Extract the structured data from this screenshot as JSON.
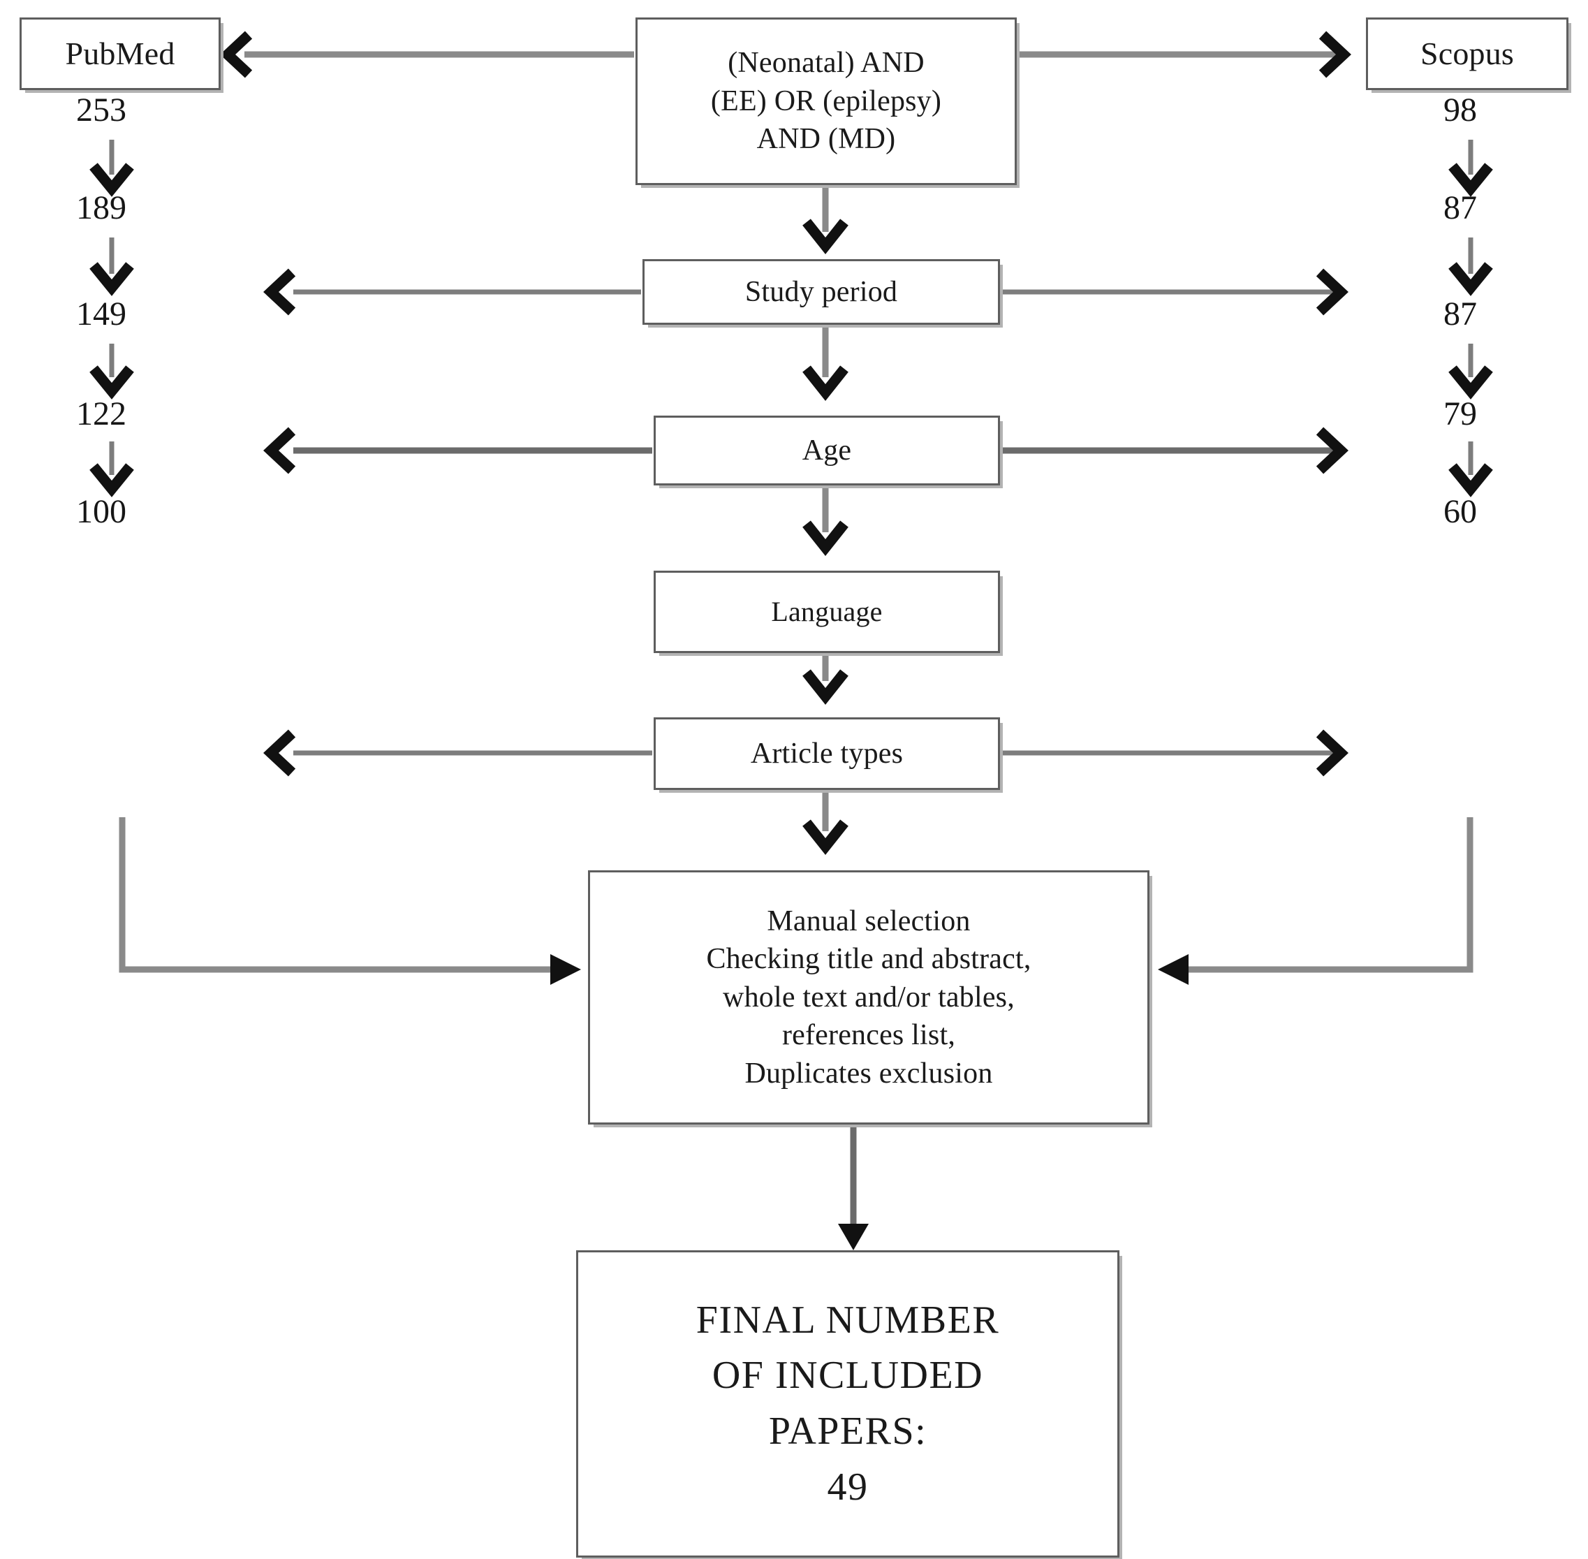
{
  "diagram": {
    "type": "flowchart",
    "title": "Literature search and selection flow",
    "sources": {
      "left": {
        "name": "PubMed"
      },
      "right": {
        "name": "Scopus"
      }
    },
    "query_box": {
      "line1": "(Neonatal) AND",
      "line2": "(EE) OR (epilepsy)",
      "line3": "AND (MD)"
    },
    "filters": [
      {
        "label": "Study period"
      },
      {
        "label": "Age"
      },
      {
        "label": "Language"
      },
      {
        "label": "Article types"
      }
    ],
    "counts": {
      "pubmed": [
        "253",
        "189",
        "149",
        "122",
        "100"
      ],
      "scopus": [
        "98",
        "87",
        "87",
        "79",
        "60"
      ]
    },
    "manual_selection": {
      "line1": "Manual selection",
      "line2": "Checking title and abstract,",
      "line3": "whole text and/or tables,",
      "line4": "references list,",
      "line5": "Duplicates exclusion"
    },
    "final": {
      "line1": "FINAL NUMBER",
      "line2": "OF INCLUDED",
      "line3": "PAPERS:",
      "line4": "49"
    },
    "colors": {
      "box_border": "#5e5e5e",
      "box_shadow": "#b3b3b3",
      "connector": "#8a8a8a",
      "arrowhead": "#111111",
      "text": "#1a1a1a",
      "background": "#ffffff"
    }
  }
}
